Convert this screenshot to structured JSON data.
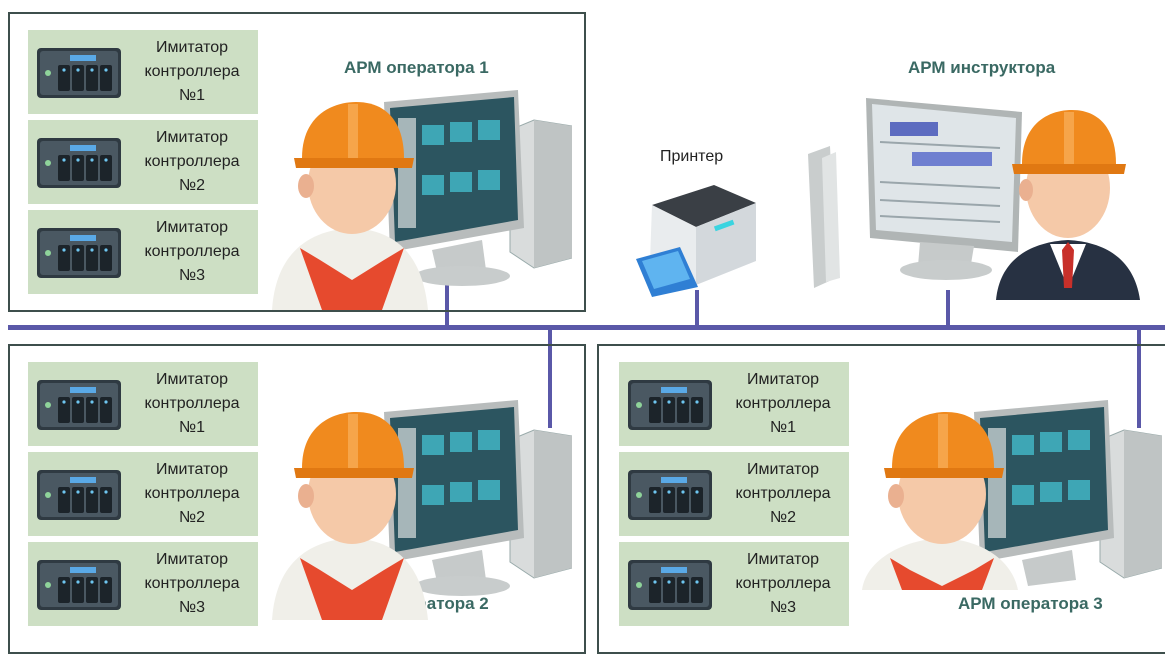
{
  "colors": {
    "network_line": "#5a58a8",
    "group_border": "#3e4f4c",
    "simulator_card": "#cddfc4",
    "title_text": "#3a6963",
    "helmet": "#f08a1e"
  },
  "groups": [
    {
      "title": "АРМ оператора 1",
      "simulators": [
        {
          "label": "Имитатор\nконтроллера\n№1"
        },
        {
          "label": "Имитатор\nконтроллера\n№2"
        },
        {
          "label": "Имитатор\nконтроллера\n№3"
        }
      ]
    },
    {
      "title": "АРМ оператора 2",
      "simulators": [
        {
          "label": "Имитатор\nконтроллера\n№1"
        },
        {
          "label": "Имитатор\nконтроллера\n№2"
        },
        {
          "label": "Имитатор\nконтроллера\n№3"
        }
      ]
    },
    {
      "title": "АРМ оператора 3",
      "simulators": [
        {
          "label": "Имитатор\nконтроллера\n№1"
        },
        {
          "label": "Имитатор\nконтроллера\n№2"
        },
        {
          "label": "Имитатор\nконтроллера\n№3"
        }
      ]
    }
  ],
  "instructor": {
    "title": "АРМ инструктора"
  },
  "printer": {
    "label": "Принтер"
  },
  "icons": [
    "controller-icon",
    "operator-workstation-icon",
    "instructor-workstation-icon",
    "printer-icon"
  ]
}
